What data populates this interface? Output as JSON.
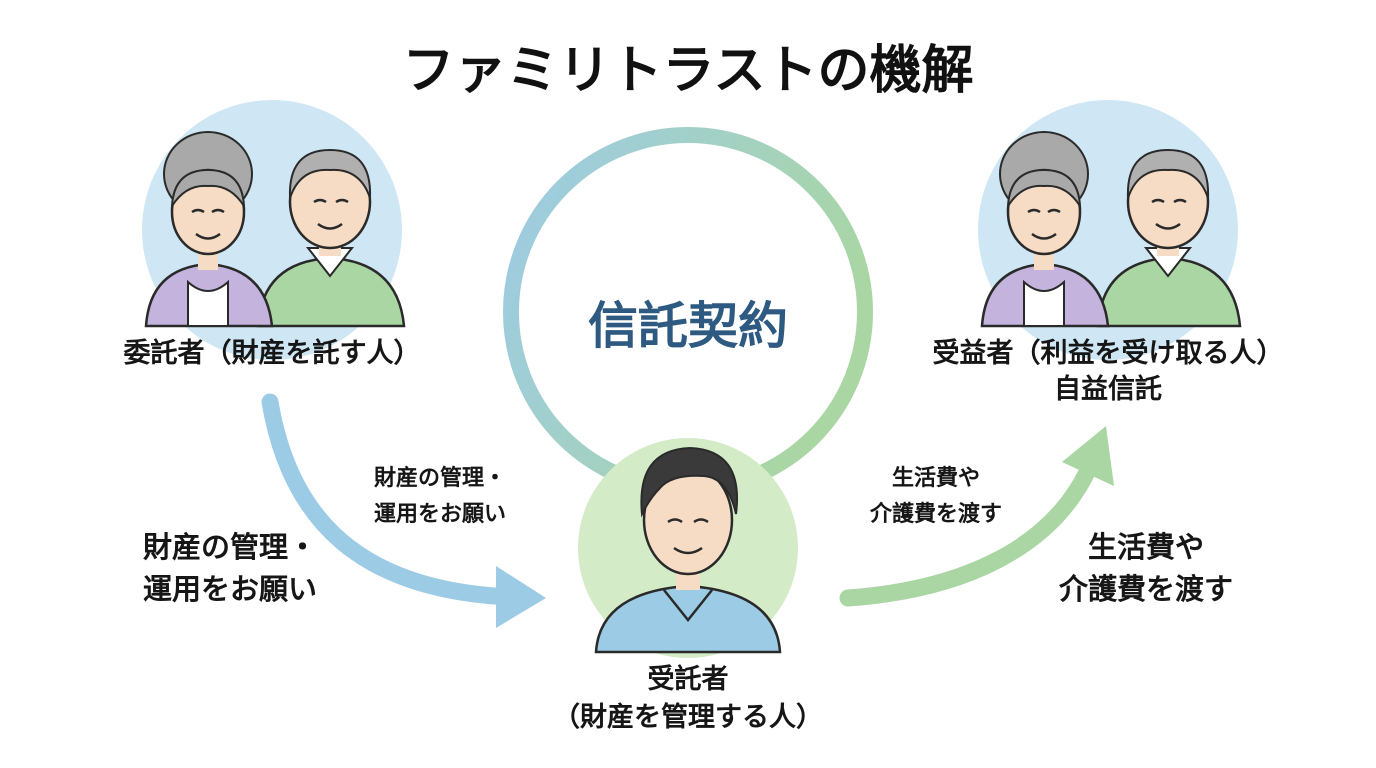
{
  "title": "ファミリトラストの機解",
  "contract_label": "信託契約",
  "settlor": {
    "label": "委託者（財産を託す人）"
  },
  "trustee": {
    "label_line1": "受託者",
    "label_line2": "（財産を管理する人）"
  },
  "beneficiary": {
    "label_line1": "受益者（利益を受け取る人）",
    "label_line2": "自益信託"
  },
  "left_flow": {
    "small_line1": "財産の管理・",
    "small_line2": "運用をお願い",
    "large_line1": "財産の管理・",
    "large_line2": "運用をお願い"
  },
  "right_flow": {
    "small_line1": "生活費や",
    "small_line2": "介護費を渡す",
    "large_line1": "生活費や",
    "large_line2": "介護費を渡す"
  },
  "colors": {
    "blue_arrow": "#9ccbe6",
    "green_arrow": "#a9d6a3",
    "contract_text": "#2e5a82",
    "sky_circle": "#cfe7f4",
    "green_circle": "#d4ebc7"
  }
}
